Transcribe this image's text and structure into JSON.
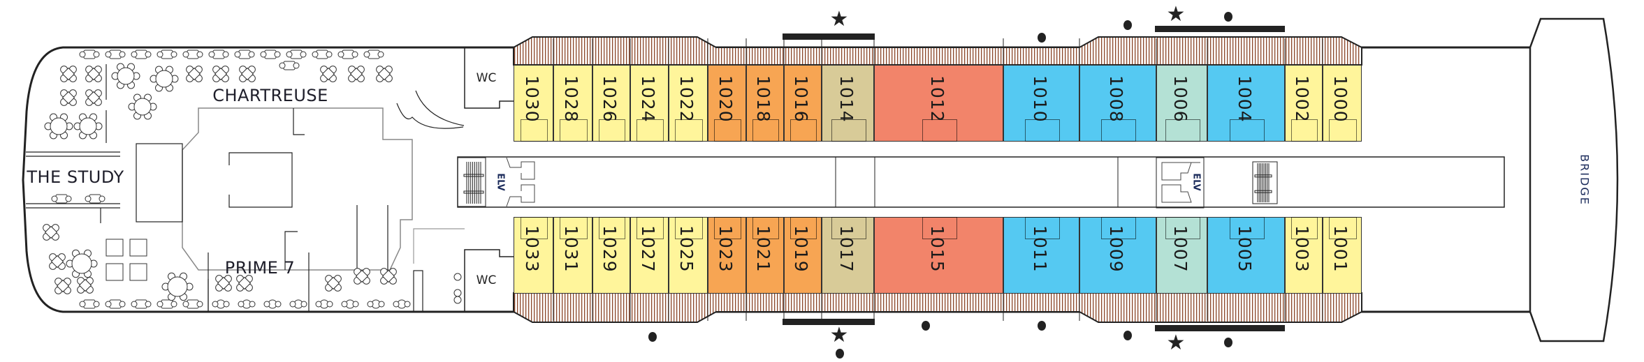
{
  "venues": {
    "chartreuse": "CHARTREUSE",
    "the_study": "THE STUDY",
    "prime7": "PRIME 7",
    "wc_top": "WC",
    "wc_bottom": "WC",
    "elv_left": "ELV",
    "elv_right": "ELV",
    "bridge": "BRIDGE"
  },
  "colors": {
    "yellow": "#fff59b",
    "orange": "#f7a553",
    "tan": "#d8cb98",
    "salmon": "#f2846a",
    "blue": "#55c9f2",
    "mint": "#b4e1d5",
    "balcony": "#8a4527",
    "line": "#222222"
  },
  "cabins_top": [
    {
      "number": "1030",
      "category": "yellow"
    },
    {
      "number": "1028",
      "category": "yellow"
    },
    {
      "number": "1026",
      "category": "yellow"
    },
    {
      "number": "1024",
      "category": "yellow"
    },
    {
      "number": "1022",
      "category": "yellow"
    },
    {
      "number": "1020",
      "category": "orange"
    },
    {
      "number": "1018",
      "category": "orange"
    },
    {
      "number": "1016",
      "category": "orange"
    },
    {
      "number": "1014",
      "category": "tan"
    },
    {
      "number": "1012",
      "category": "salmon"
    },
    {
      "number": "1010",
      "category": "blue"
    },
    {
      "number": "1008",
      "category": "blue"
    },
    {
      "number": "1006",
      "category": "mint"
    },
    {
      "number": "1004",
      "category": "blue"
    },
    {
      "number": "1002",
      "category": "yellow"
    },
    {
      "number": "1000",
      "category": "yellow"
    }
  ],
  "cabins_bottom": [
    {
      "number": "1033",
      "category": "yellow"
    },
    {
      "number": "1031",
      "category": "yellow"
    },
    {
      "number": "1029",
      "category": "yellow"
    },
    {
      "number": "1027",
      "category": "yellow"
    },
    {
      "number": "1025",
      "category": "yellow"
    },
    {
      "number": "1023",
      "category": "orange"
    },
    {
      "number": "1021",
      "category": "orange"
    },
    {
      "number": "1019",
      "category": "orange"
    },
    {
      "number": "1017",
      "category": "tan"
    },
    {
      "number": "1015",
      "category": "salmon"
    },
    {
      "number": "1011",
      "category": "blue"
    },
    {
      "number": "1009",
      "category": "blue"
    },
    {
      "number": "1007",
      "category": "mint"
    },
    {
      "number": "1005",
      "category": "blue"
    },
    {
      "number": "1003",
      "category": "yellow"
    },
    {
      "number": "1001",
      "category": "yellow"
    }
  ],
  "icons": {
    "star": "★",
    "dot": "●"
  }
}
